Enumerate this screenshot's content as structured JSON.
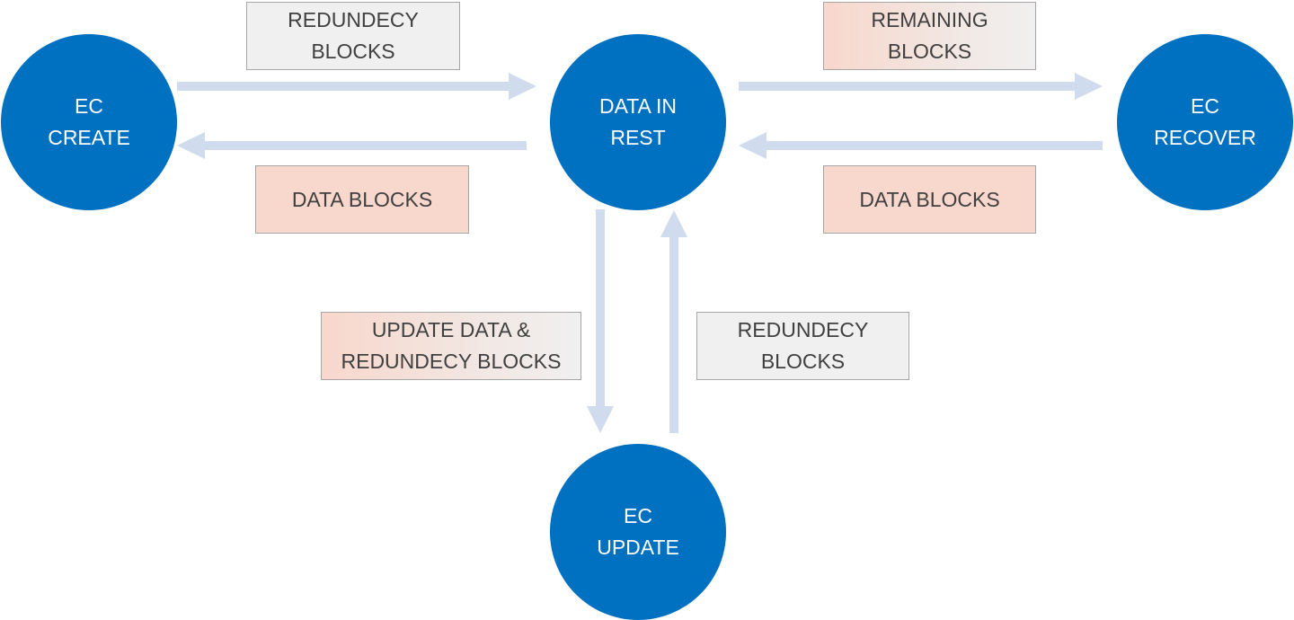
{
  "nodes": {
    "ec_create": {
      "line1": "EC",
      "line2": "CREATE"
    },
    "data_in_rest": {
      "line1": "DATA IN",
      "line2": "REST"
    },
    "ec_recover": {
      "line1": "EC",
      "line2": "RECOVER"
    },
    "ec_update": {
      "line1": "EC",
      "line2": "UPDATE"
    }
  },
  "labels": {
    "create_to_rest": {
      "line1": "REDUNDECY",
      "line2": "BLOCKS"
    },
    "rest_to_create": {
      "line1": "DATA BLOCKS"
    },
    "rest_to_recover": {
      "line1": "REMAINING",
      "line2": "BLOCKS"
    },
    "recover_to_rest": {
      "line1": "DATA BLOCKS"
    },
    "rest_to_update": {
      "line1": "UPDATE DATA &",
      "line2": "REDUNDECY BLOCKS"
    },
    "update_to_rest": {
      "line1": "REDUNDECY",
      "line2": "BLOCKS"
    }
  },
  "colors": {
    "node_fill": "#0070c0",
    "arrow": "#d0dcee",
    "box_gray": "#f0f0f0",
    "box_peach": "#f8d7cc",
    "box_border": "#a6a6a6",
    "text_dark": "#404040"
  }
}
